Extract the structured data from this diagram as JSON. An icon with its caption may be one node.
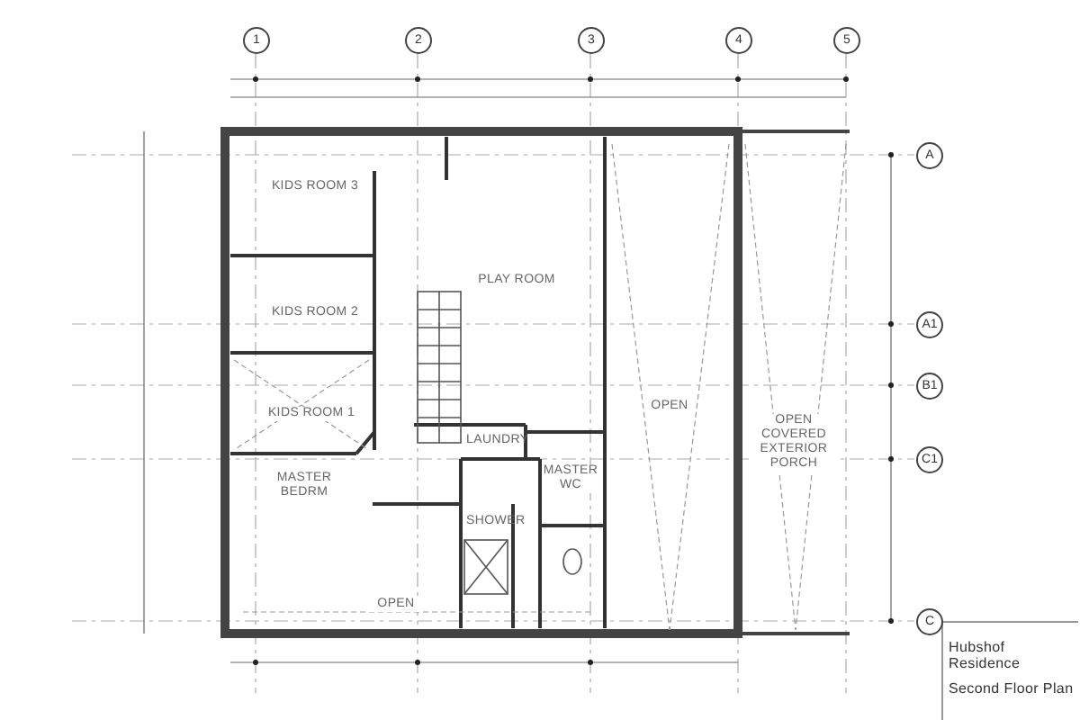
{
  "diagram": {
    "labels": [
      "1",
      "2",
      "3",
      "4",
      "5",
      "A",
      "KIDS ROOM 3",
      "PLAY ROOM",
      "A1",
      "KIDS ROOM 2",
      "B1",
      "OPEN",
      "OPEN COVERED EXTERIOR PORCH",
      "C1",
      "KIDS ROOM 1",
      "LAUNDRY",
      "MASTER BEDRM",
      "MASTER WC",
      "SHOWER",
      "OPEN",
      "C",
      "Hubshof Residence",
      "Second Floor Plan"
    ]
  }
}
